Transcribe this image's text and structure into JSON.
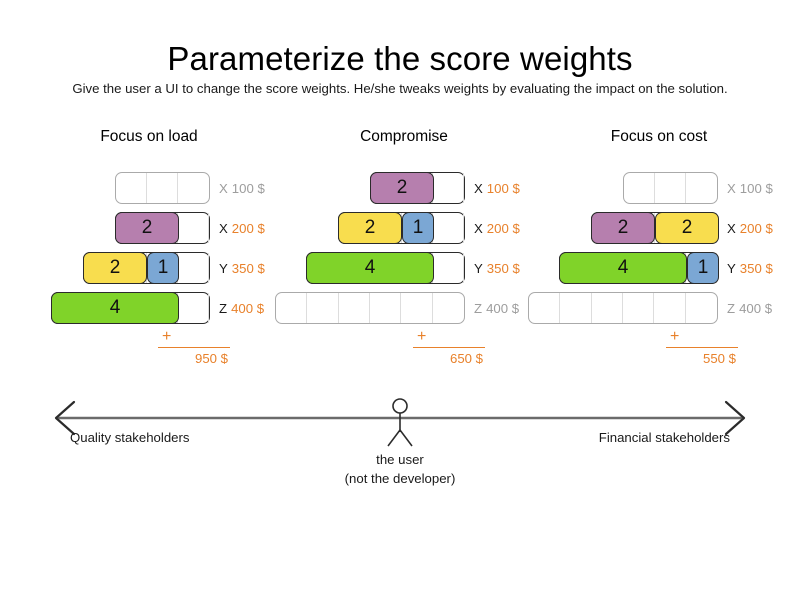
{
  "header": {
    "title": "Parameterize the score weights",
    "subtitle": "Give the user a UI to change the score weights. He/she tweaks weights by evaluating the impact on the solution."
  },
  "colors": {
    "purple": "#b67fae",
    "yellow": "#f8dd4e",
    "blue": "#7ba7d4",
    "green": "#80d329",
    "accent_orange": "#e8812b",
    "inactive_gray": "#9d9d9d",
    "track_border": "#2b2b2b",
    "cell_divider": "#dddddd",
    "background": "#ffffff"
  },
  "scenarios": [
    {
      "id": "focus-on-load",
      "heading": "Focus on load",
      "total_plus": "+",
      "total": "950 $",
      "rows": [
        {
          "key": "X",
          "price": "100 $",
          "active": false,
          "cells": 3,
          "track_width": 95,
          "segments": []
        },
        {
          "key": "X",
          "price": "200 $",
          "active": true,
          "cells": 3,
          "track_width": 95,
          "segments": [
            {
              "value": "2",
              "color": "purple",
              "units": 2
            }
          ]
        },
        {
          "key": "Y",
          "price": "350 $",
          "active": true,
          "cells": 4,
          "track_width": 127,
          "segments": [
            {
              "value": "2",
              "color": "yellow",
              "units": 2
            },
            {
              "value": "1",
              "color": "blue",
              "units": 1
            }
          ]
        },
        {
          "key": "Z",
          "price": "400 $",
          "active": true,
          "cells": 5,
          "track_width": 159,
          "segments": [
            {
              "value": "4",
              "color": "green",
              "units": 4
            }
          ]
        }
      ]
    },
    {
      "id": "compromise",
      "heading": "Compromise",
      "total_plus": "+",
      "total": "650 $",
      "rows": [
        {
          "key": "X",
          "price": "100 $",
          "active": true,
          "cells": 3,
          "track_width": 95,
          "segments": [
            {
              "value": "2",
              "color": "purple",
              "units": 2
            }
          ]
        },
        {
          "key": "X",
          "price": "200 $",
          "active": true,
          "cells": 4,
          "track_width": 127,
          "segments": [
            {
              "value": "2",
              "color": "yellow",
              "units": 2
            },
            {
              "value": "1",
              "color": "blue",
              "units": 1
            }
          ]
        },
        {
          "key": "Y",
          "price": "350 $",
          "active": true,
          "cells": 5,
          "track_width": 159,
          "segments": [
            {
              "value": "4",
              "color": "green",
              "units": 4
            }
          ]
        },
        {
          "key": "Z",
          "price": "400 $",
          "active": false,
          "cells": 6,
          "track_width": 190,
          "segments": []
        }
      ]
    },
    {
      "id": "focus-on-cost",
      "heading": "Focus on cost",
      "total_plus": "+",
      "total": "550 $",
      "rows": [
        {
          "key": "X",
          "price": "100 $",
          "active": false,
          "cells": 3,
          "track_width": 95,
          "segments": []
        },
        {
          "key": "X",
          "price": "200 $",
          "active": true,
          "cells": 4,
          "track_width": 127,
          "segments": [
            {
              "value": "2",
              "color": "purple",
              "units": 2
            },
            {
              "value": "2",
              "color": "yellow",
              "units": 2
            }
          ]
        },
        {
          "key": "Y",
          "price": "350 $",
          "active": true,
          "cells": 5,
          "track_width": 159,
          "segments": [
            {
              "value": "4",
              "color": "green",
              "units": 4
            },
            {
              "value": "1",
              "color": "blue",
              "units": 1
            }
          ]
        },
        {
          "key": "Z",
          "price": "400 $",
          "active": false,
          "cells": 6,
          "track_width": 190,
          "segments": []
        }
      ]
    }
  ],
  "axis": {
    "left_label": "Quality stakeholders",
    "right_label": "Financial stakeholders",
    "user_caption_line1": "the user",
    "user_caption_line2": "(not the developer)"
  }
}
